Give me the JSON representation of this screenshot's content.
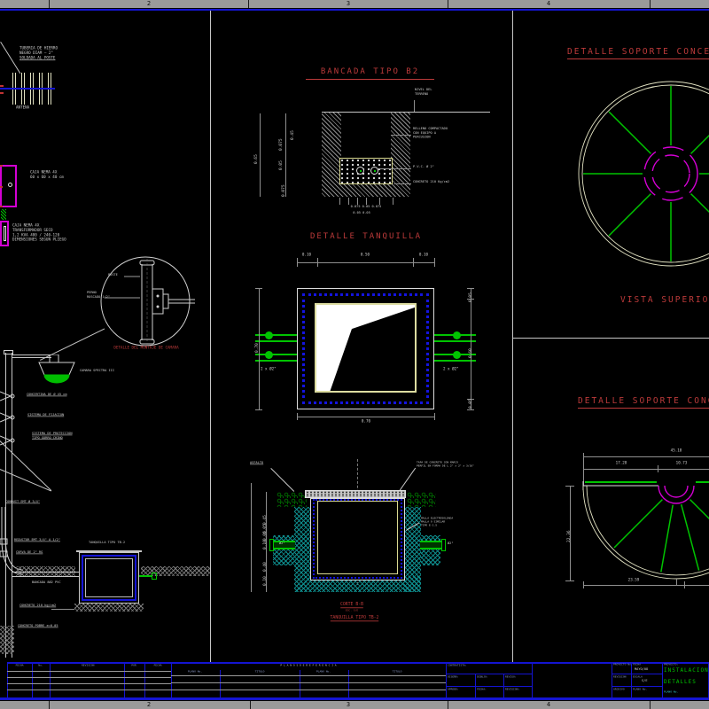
{
  "rulers": {
    "top": [
      "2",
      "3",
      "4"
    ],
    "bottom": [
      "2",
      "3",
      "4"
    ]
  },
  "panel_left": {
    "antenna_note": [
      "TUBERIA DE HIERRO",
      "NEGRO DIAM — 2\"",
      "SOLDADA AL POSTE"
    ],
    "antenna_label": "ANTENA",
    "caja1_l1": "CAJA NEMA 4X",
    "caja1_l2": "60 x 60 x 40 cm",
    "caja2_l1": "CAJA NEMA 4X",
    "caja2_l2": "TRANSFORMADOR SECO",
    "caja2_l3": "1,2 KVA 480 / 240-120",
    "caja2_l4": "DIMENSIONES SEGUN PLIEGO",
    "poste_label": "POSTE",
    "perno_l1": "PERNO",
    "perno_l2": "ROSCADO 1/2\"",
    "mount_title": "DETALLE DEL MONTAJE DE CAMARA",
    "camera_label": "CAMARA SPECTRA III",
    "concertina_label": "CONCERTINA DE Ø 45 cm",
    "fijacion_label": "SISTEMA DE FIJACION",
    "proteccion_l1": "SISTEMA DE PROTECCION",
    "proteccion_l2": "TIPO GORRO CHINO",
    "conduit_label": "CONDUIT EMT Ø 3/4\"",
    "reductor_label": "REDUCTOR EMT 3/4\" A 1/2\"",
    "curva_label": "CURVA DE 2\" RG",
    "tanquilla_label": "TANQUILLA TIPO TB-2",
    "bancada_label": "BANCADA 8Ø2 PVC",
    "concreto_label": "CONCRETO 210 kg/cm2",
    "concreto_pobre_label": "CONCRETO POBRE e=0.05"
  },
  "bancada": {
    "title": "BANCADA TIPO B2",
    "dim_total": "0.65",
    "dim_a": "0.075",
    "dim_b": "0.45",
    "dim_c": "0.05",
    "dim_d": "0.075",
    "nivel_l1": "NIVEL DEL",
    "nivel_l2": "TERRENO",
    "relleno_l1": "RELLENO COMPACTADO",
    "relleno_l2": "CON EQUIPO A",
    "relleno_l3": "PERCUSION",
    "pvc_label": "P.V.C. Ø 2\"",
    "concreto_label": "CONCRETO 210 Kg/cm2",
    "dims_bottom1": "0.075   0.05   0.075",
    "dims_bottom2": "0.05    0.05"
  },
  "tanquilla": {
    "title": "DETALLE TANQUILLA",
    "dim_top_l": "0.10",
    "dim_top_m": "0.50",
    "dim_top_r": "0.10",
    "dim_left": "0.70",
    "dim_bottom": "0.70",
    "dim_r_top": "0.05",
    "dim_r_mid": "0.60",
    "dim_r_bot": "0.05",
    "conduit_l": "2 x Ø2\"",
    "conduit_r": "2 x Ø2\""
  },
  "corte": {
    "asfalto": "ASFALTO",
    "tapa_l1": "TAPA DE CONCRETO CON MARCO",
    "tapa_l2": "PERFIL EN FORMA DE L 2\" x 2\" x 3/16\"",
    "malla_l1": "MALLA ELECTROSOLDADA",
    "malla_l2": "MALLA O SIMILAR",
    "malla_l3": "TIPO E-1.5",
    "stub_l": "Ø2\"",
    "stub_r": "Ø2\"",
    "dims_left": [
      "0.45",
      "0.05",
      "0.05",
      "0.10",
      "0.40",
      "0.10"
    ],
    "title1": "CORTE B-B",
    "title2": "ESC. S/E",
    "title3": "TANQUILLA TIPO TB-2"
  },
  "soporte": {
    "top_title": "DETALLE SOPORTE CONCERTINA",
    "vista": "VISTA SUPERIOR",
    "bottom_title": "DETALLE SOPORTE CONCERTINA",
    "dim_total": "45.18",
    "dim_seg1": "17.28",
    "dim_seg2": "10.73",
    "dim_left": "22.36",
    "dim_bottom": "23.59"
  },
  "titleblock": {
    "col_headers": [
      "FECHA",
      "No.",
      "REVISION",
      "POR",
      "FECHA"
    ],
    "ref_title": "P L A N O S   D E   R E F E R E N C I A",
    "ref_cols": [
      "PLANO No.",
      "TITULO",
      "PLANO No.",
      "TITULO"
    ],
    "contratista": "CONTRATISTA:",
    "sign_labels": [
      "DISEÑO:",
      "DIBUJO:",
      "REVISO:",
      "APROBO:",
      "FECHA:",
      "REVISION:"
    ],
    "info_labels": [
      "PROYECTO No.",
      "FECHA",
      "REVISION",
      "ESCALA",
      "ARCHIVO",
      "PLANO No."
    ],
    "fecha_val": "MAYO/08",
    "escala_val": "S/E",
    "proyecto_label": "PROYECTO:",
    "proyecto_l1": "INSTALACION",
    "proyecto_l2": "DETALLES",
    "plano_label": "PLANO No."
  }
}
